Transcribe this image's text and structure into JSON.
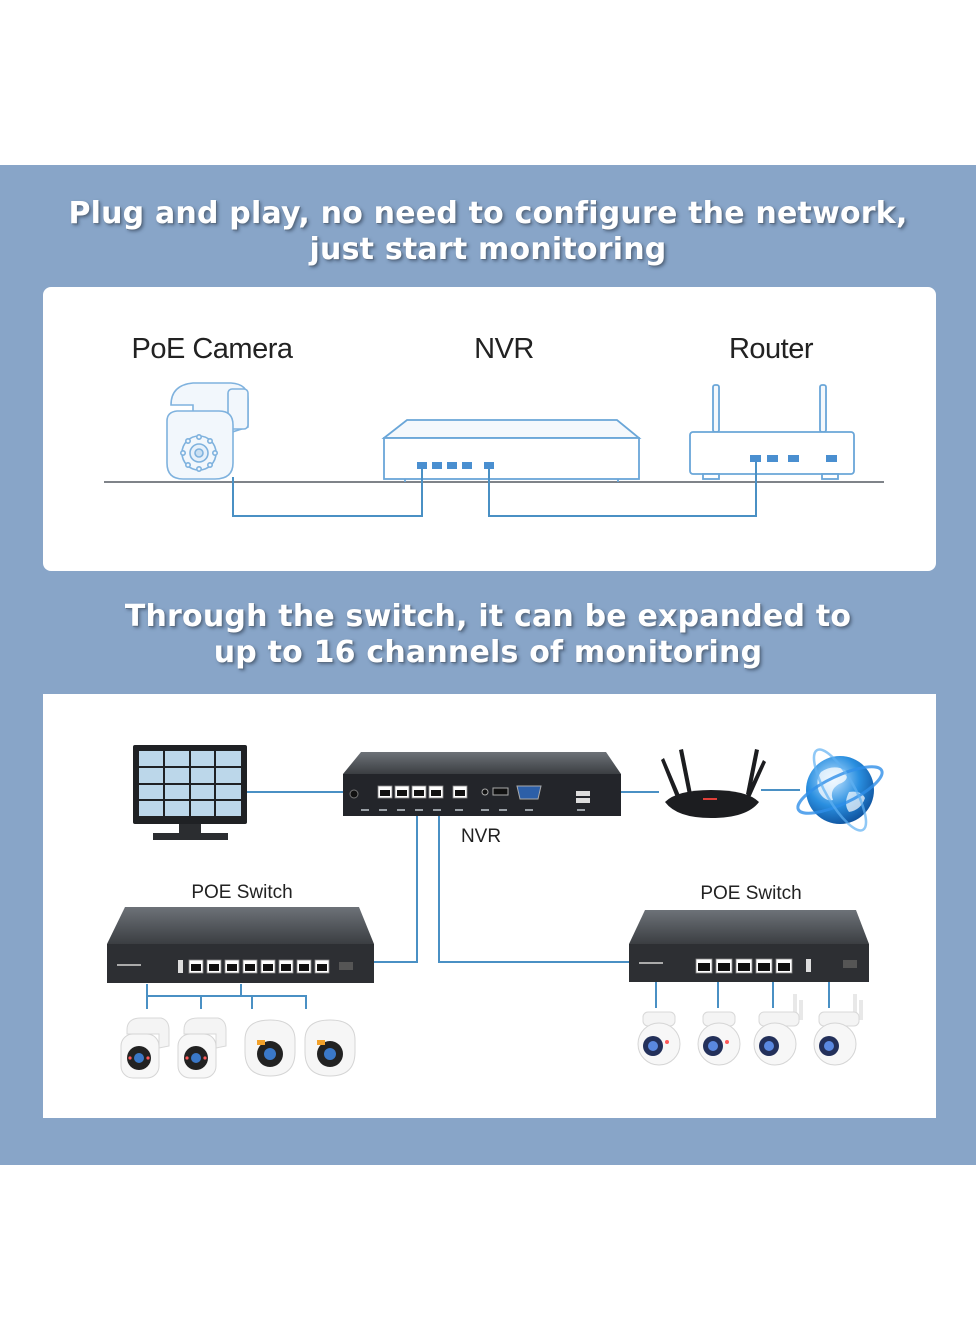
{
  "headings": {
    "top": [
      "Plug and play, no need to configure the network,",
      "just start monitoring"
    ],
    "bottom": [
      "Through the switch, it can be expanded to",
      "up to 16 channels of monitoring"
    ]
  },
  "simple_diagram": {
    "camera_label": "PoE Camera",
    "nvr_label": "NVR",
    "router_label": "Router"
  },
  "expanded_diagram": {
    "nvr_label": "NVR",
    "left_switch_label": "POE Switch",
    "right_switch_label": "POE Switch"
  },
  "colors": {
    "band": "#88a5c8",
    "outline_blue": "#5f9ed2",
    "port_blue": "#4a8fd0",
    "connection_blue": "#4a90c4",
    "device_dark": "#2b2d30"
  },
  "icons": [
    "ptz-camera-icon",
    "nvr-icon",
    "router-icon",
    "monitor-icon",
    "wifi-router-icon",
    "globe-icon",
    "poe-switch-icon",
    "dome-camera-icon"
  ]
}
